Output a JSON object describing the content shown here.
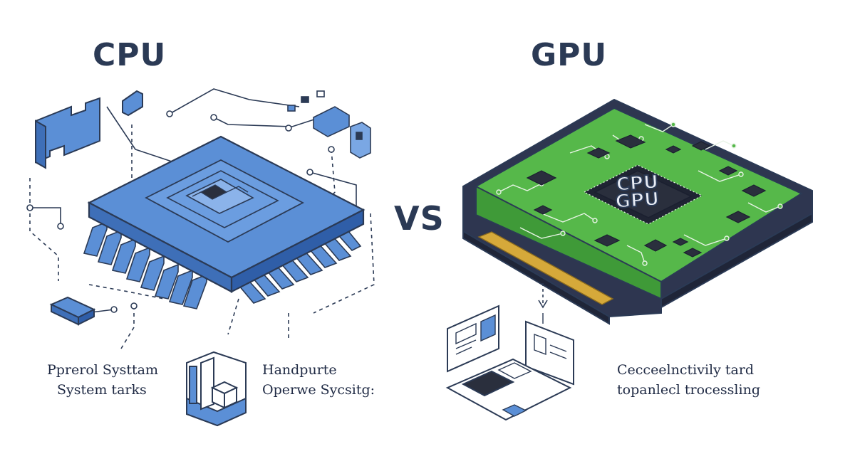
{
  "cpu": {
    "title": "CPU",
    "left_caption": [
      "Pprerol Systtam",
      "System tarks"
    ],
    "right_caption": [
      "Handpurte",
      "Operwe Sycsitg:"
    ]
  },
  "vs_label": "VS",
  "gpu": {
    "title": "GPU",
    "chip_text": [
      "CPU",
      "GPU"
    ],
    "caption": [
      "Cecceelnctivily tard",
      "topanlecl trocessling"
    ]
  },
  "colors": {
    "outline": "#2b3a55",
    "cpu_blue": "#5b8fd6",
    "cpu_blue_light": "#7aa7e4",
    "gpu_green": "#56b84a",
    "gpu_green_dark": "#3f9a38",
    "board_frame": "#2e3650",
    "gold": "#d6a93a",
    "chip_dark": "#2a2f3d"
  }
}
